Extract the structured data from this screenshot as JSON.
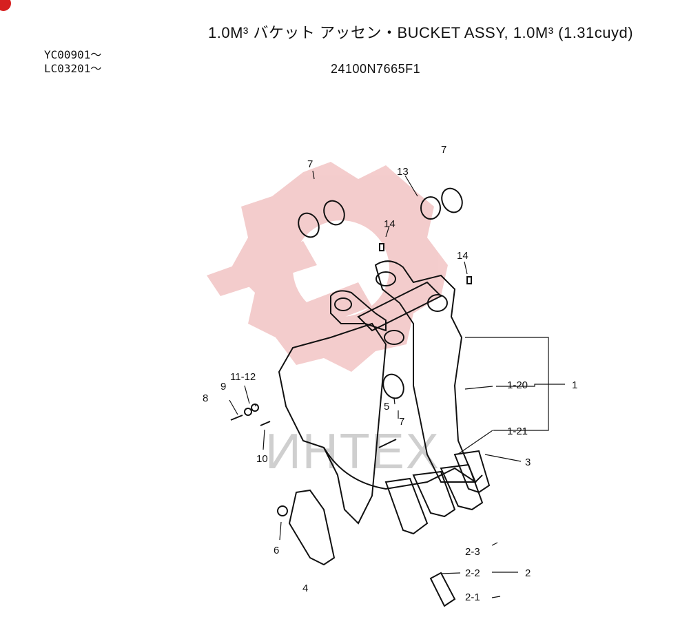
{
  "header": {
    "title": "1.0M³ バケット アッセン・BUCKET ASSY, 1.0M³ (1.31cuyd)",
    "serials": [
      "YC00901～",
      "LC03201～"
    ],
    "part_number": "24100N7665F1"
  },
  "watermark": {
    "text": "ИНТЕХ",
    "color": "#f2c4c4"
  },
  "callouts": [
    "7",
    "7",
    "13",
    "14",
    "14",
    "11-12",
    "9",
    "8",
    "10",
    "5",
    "7",
    "1-20",
    "1",
    "1-21",
    "3",
    "6",
    "4",
    "2-3",
    "2-2",
    "2",
    "2-1"
  ]
}
